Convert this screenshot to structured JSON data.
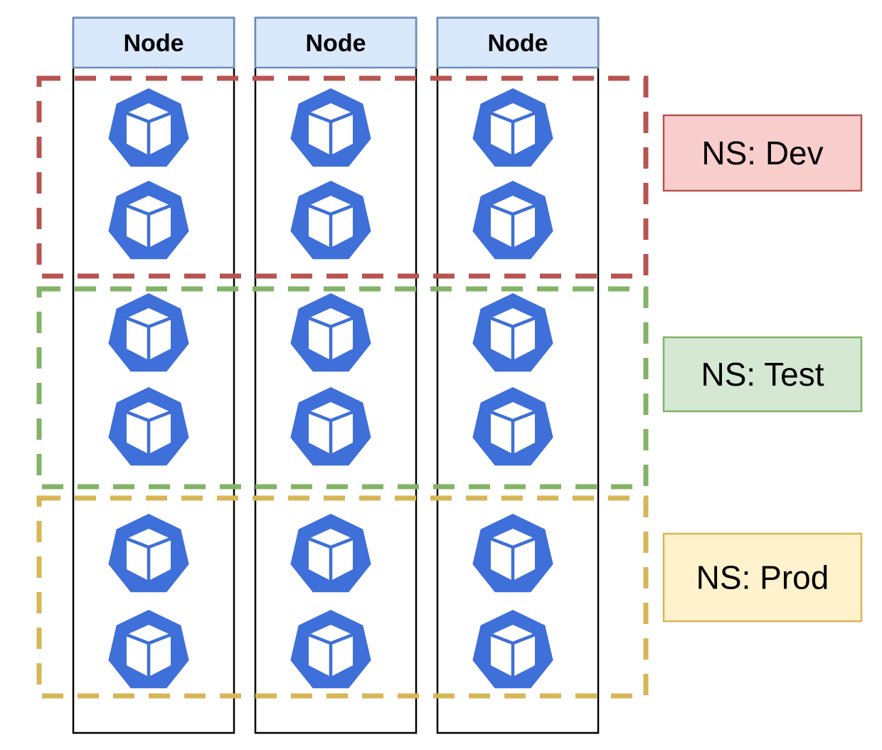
{
  "nodes": [
    {
      "label": "Node"
    },
    {
      "label": "Node"
    },
    {
      "label": "Node"
    }
  ],
  "namespaces": [
    {
      "label": "NS: Dev",
      "border_color": "#b85450",
      "fill_color": "#f8cecc"
    },
    {
      "label": "NS: Test",
      "border_color": "#82b366",
      "fill_color": "#d5e8d4"
    },
    {
      "label": "NS: Prod",
      "border_color": "#d6b656",
      "fill_color": "#fff2cc"
    }
  ],
  "pods_per_node_per_namespace": 2,
  "pod_icon": "kubernetes-pod-cube-icon",
  "colors": {
    "pod_heptagon": "#3f6fd8",
    "node_header_fill": "#dae8fc",
    "node_header_border": "#6c8ebf",
    "node_border": "#000000"
  }
}
